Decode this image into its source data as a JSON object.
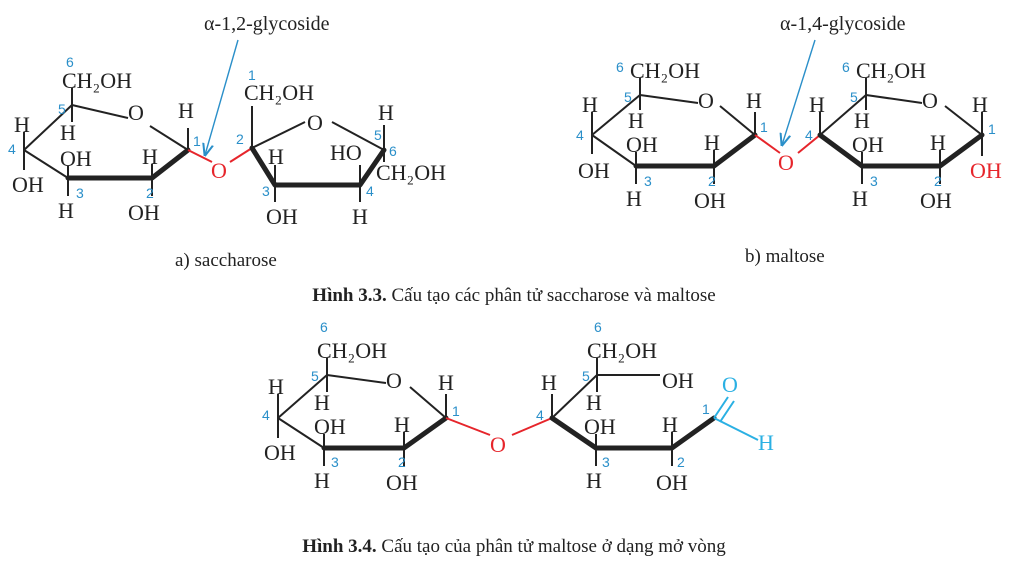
{
  "annotations": {
    "a12": "α-1,2-glycoside",
    "a14": "α-1,4-glycoside"
  },
  "captions": {
    "a": "a) saccharose",
    "b": "b) maltose",
    "fig33_label": "Hình 3.3.",
    "fig33_text": "Cấu tạo các phân tử saccharose và maltose",
    "fig34_label": "Hình 3.4.",
    "fig34_text": "Cấu tạo của phân tử maltose ở dạng mở vòng"
  },
  "atoms": {
    "ch2oh": "CH₂OH",
    "oh": "OH",
    "h": "H",
    "o": "O",
    "ho": "HO"
  },
  "numbers": {
    "n1": "1",
    "n2": "2",
    "n3": "3",
    "n4": "4",
    "n5": "5",
    "n6": "6"
  },
  "colors": {
    "glycosidic_o": "#e6252b",
    "locant": "#2a8fc9",
    "aldehyde": "#2ab0e3"
  }
}
